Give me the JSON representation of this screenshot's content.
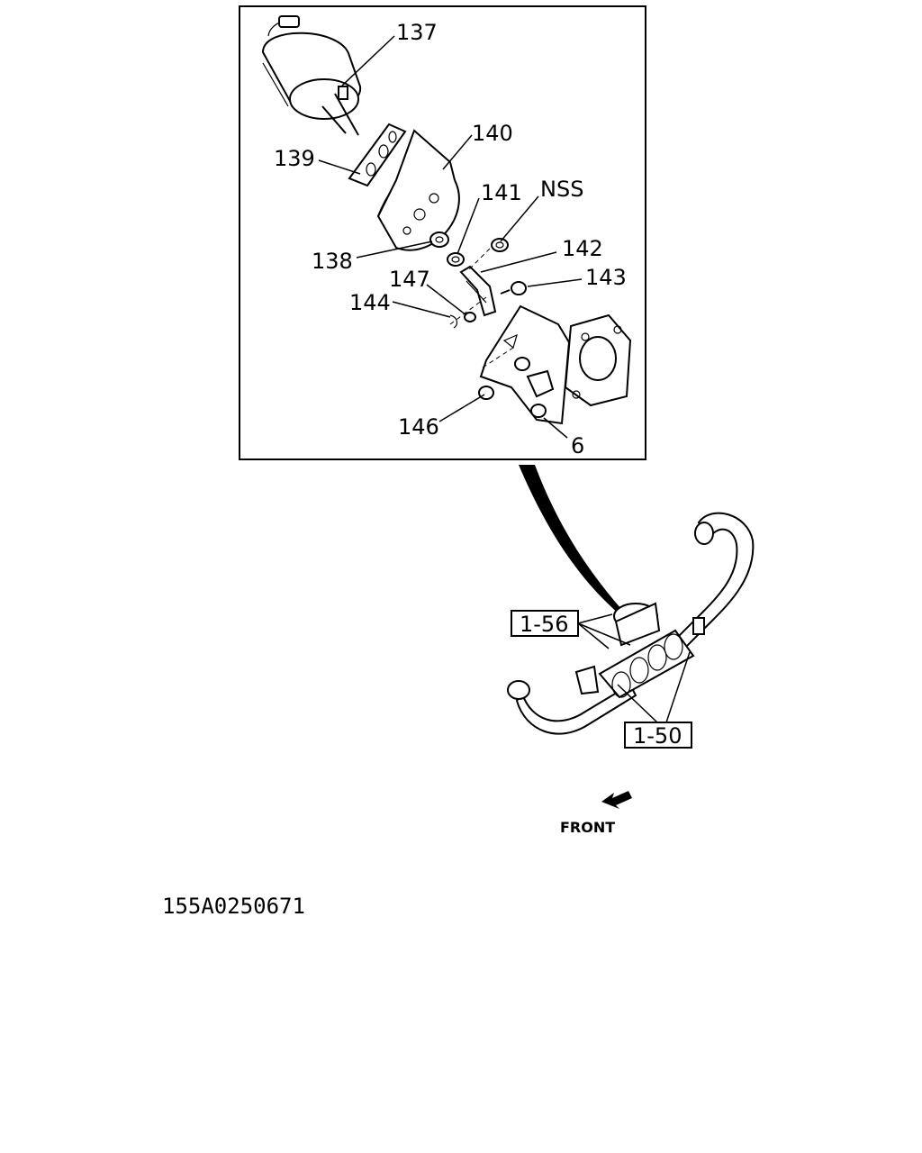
{
  "callouts": {
    "c137": "137",
    "c140": "140",
    "c139": "139",
    "c141": "141",
    "cnss": "NSS",
    "c142": "142",
    "c138": "138",
    "c147": "147",
    "c143": "143",
    "c144": "144",
    "c146": "146",
    "c6": "6"
  },
  "refs": {
    "r156": "1-56",
    "r150": "1-50"
  },
  "front_label": "FRONT",
  "figure_code": "155A0250671"
}
